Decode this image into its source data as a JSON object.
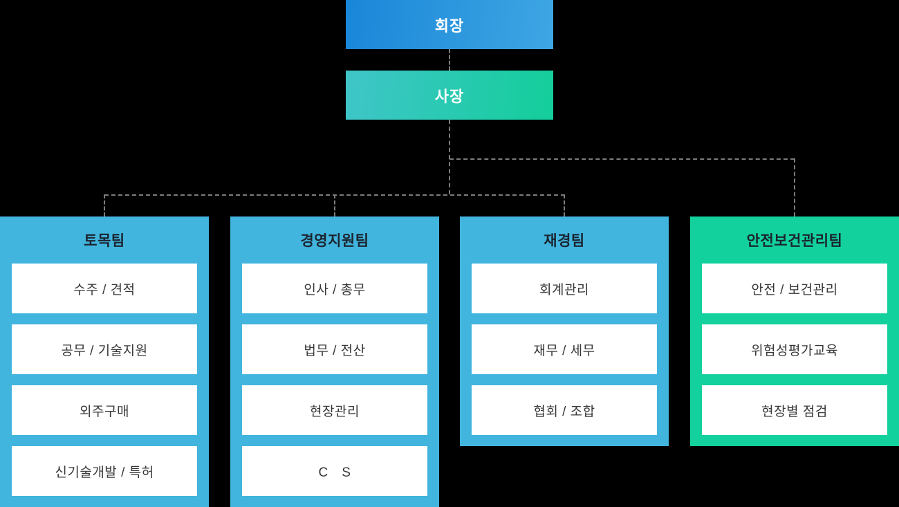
{
  "org_chart": {
    "root": {
      "label": "회장"
    },
    "president": {
      "label": "사장"
    },
    "teams": [
      {
        "name": "토목팀",
        "color": "#41b5dd",
        "items": [
          "수주 / 견적",
          "공무 / 기술지원",
          "외주구매",
          "신기술개발 / 특허"
        ]
      },
      {
        "name": "경영지원팀",
        "color": "#41b5dd",
        "items": [
          "인사 / 총무",
          "법무 / 전산",
          "현장관리",
          "C　S"
        ]
      },
      {
        "name": "재경팀",
        "color": "#41b5dd",
        "items": [
          "회계관리",
          "재무 / 세무",
          "협회 / 조합"
        ]
      },
      {
        "name": "안전보건관리팀",
        "color": "#12d19c",
        "items": [
          "안전 / 보건관리",
          "위험성평가교육",
          "현장별 점검"
        ]
      }
    ],
    "colors": {
      "chairman_gradient_start": "#1a86d8",
      "chairman_gradient_end": "#3ea6e3",
      "president_gradient_start": "#40c5c9",
      "president_gradient_end": "#13ce9a",
      "team_blue": "#41b5dd",
      "team_green": "#12d19c",
      "connector_gray": "#7d7d7d",
      "background": "#000000"
    }
  }
}
